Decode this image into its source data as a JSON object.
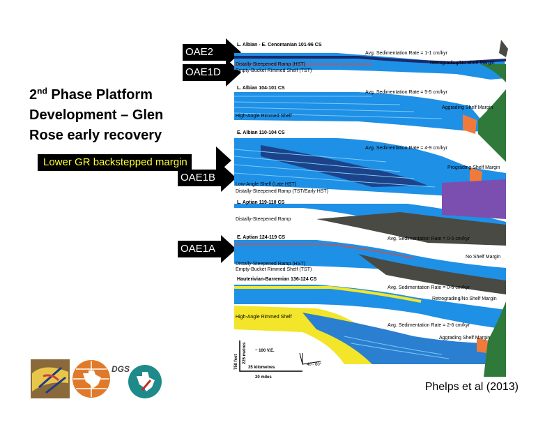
{
  "slide": {
    "title_line1_pre": "2",
    "title_line1_sup": "nd",
    "title_line1_post": " Phase Platform",
    "title_line2": "Development – Glen",
    "title_line3": "Rose early recovery",
    "backstep_label": "Lower GR backstepped margin",
    "citation": "Phelps et al (2013)"
  },
  "arrows": {
    "oae2": "OAE2",
    "oae1d": "OAE1D",
    "oae1b": "OAE1B",
    "oae1a": "OAE1A"
  },
  "panels": [
    {
      "title": "L. Albian - E. Cenomanian 101-96 CS",
      "rate": "Avg. Sedimentation Rate = 1-1 cm/kyr",
      "margin": "Retrograding/No Shelf Margin",
      "notes": [
        "Distally-Steepened Ramp (HST)",
        "Empty-Bucket Rimmed Shelf (TST)"
      ]
    },
    {
      "title": "L. Albian 104-101 CS",
      "rate": "Avg. Sedimentation Rate = 5-5 cm/kyr",
      "margin": "Aggrading Shelf Margin",
      "notes": [
        "High-Angle Rimmed Shelf"
      ]
    },
    {
      "title": "E. Albian 110-104 CS",
      "rate": "Avg. Sedimentation Rate = 4-9 cm/kyr",
      "margin": "Prograding Shelf Margin",
      "notes": [
        "Low-Angle Shelf (Late HST)",
        "Distally-Steepened Ramp (TST/Early HST)"
      ]
    },
    {
      "title": "L. Aptian 119-110 CS",
      "rate": "",
      "margin": "",
      "notes": [
        "Distally-Steepened Ramp"
      ]
    },
    {
      "title": "E. Aptian 124-119 CS",
      "rate": "Avg. Sedimentation Rate = 0-5 cm/kyr",
      "margin": "No Shelf Margin",
      "notes": [
        "Distally-Steepened Ramp (HST)",
        "Empty-Bucket Rimmed Shelf (TST)"
      ]
    },
    {
      "title": "Hauterivian-Barremian 136-124 CS",
      "rate": "Avg. Sedimentation Rate = 0-6 cm/kyr",
      "margin": "Retrograding/No Shelf Margin",
      "notes": [
        "High-Angle Rimmed Shelf"
      ]
    },
    {
      "title": "",
      "rate": "Avg. Sedimentation Rate = 2-6 cm/kyr",
      "margin": "Aggrading Shelf Margin",
      "notes": []
    }
  ],
  "scale": {
    "vertical_feet": "750 feet",
    "vertical_metres": "225 metres",
    "ve": "~ 100 V.E.",
    "km": "35 kilometres",
    "miles": "20 miles",
    "angle": "40 - 60°"
  },
  "logos": {
    "dgs_text": "DGS"
  },
  "colors": {
    "ramp_blue": "#1e90e6",
    "deep_navy": "#1c2a6b",
    "slope_grey": "#4a4a44",
    "basin_green": "#2f7a3a",
    "purple_basin": "#7a4fb0",
    "yellow_siliciclastic": "#f2e52a"
  }
}
